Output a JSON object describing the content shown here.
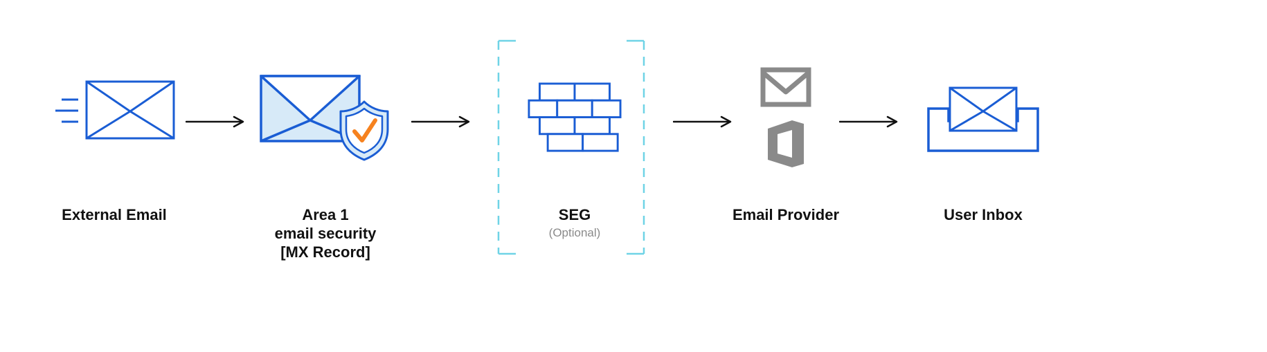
{
  "diagram": {
    "description": "Email flow diagram: external email passes through Area 1 email security (MX record), an optional SEG, then the email provider, and lands in the user inbox.",
    "nodes": [
      {
        "id": "external-email",
        "label": "External Email",
        "icon": "envelope-with-speed-lines"
      },
      {
        "id": "area1",
        "label_lines": [
          "Area 1",
          "email security",
          "[MX Record]"
        ],
        "icon": "envelope-with-shield-check"
      },
      {
        "id": "seg",
        "label": "SEG",
        "sublabel": "(Optional)",
        "icon": "brick-wall-firewall",
        "frame": "dashed-optional-frame"
      },
      {
        "id": "email-provider",
        "label": "Email Provider",
        "icon": "gmail-and-office-logos"
      },
      {
        "id": "user-inbox",
        "label": "User Inbox",
        "icon": "inbox-tray-with-envelope"
      }
    ],
    "arrows": 4,
    "colors": {
      "blue": "#1a5dd4",
      "light_blue": "#d7eaf8",
      "dashed_cyan": "#6fd3e6",
      "orange": "#f6821f",
      "icon_gray": "#8a8a8a",
      "text": "#111111",
      "subtext_gray": "#8a8a8a",
      "arrow": "#111111",
      "background": "#ffffff"
    }
  }
}
